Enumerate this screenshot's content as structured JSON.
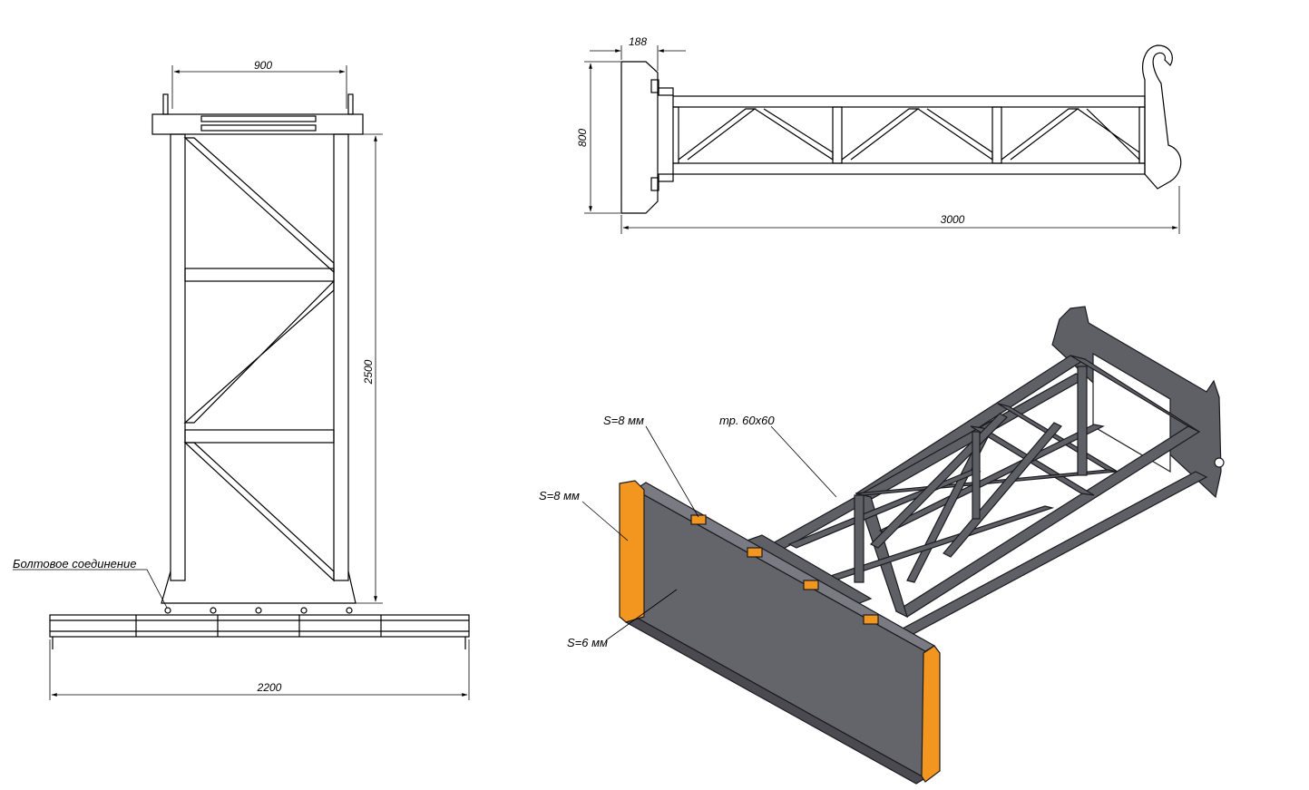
{
  "front_view": {
    "width_top": "900",
    "height": "2500",
    "width_bottom": "2200",
    "bolt_label": "Болтовое соединение"
  },
  "side_view": {
    "offset": "188",
    "height": "800",
    "length": "3000"
  },
  "iso_view": {
    "label_s8_top": "S=8 мм",
    "label_tube": "тр. 60x60",
    "label_s8_left": "S=8 мм",
    "label_s6": "S=6 мм"
  },
  "colors": {
    "frame_fill": "#5f5f66",
    "frame_edge": "#1a1a1f",
    "blade_fill": "#64646b",
    "accent_orange": "#f2961f",
    "line": "#000000"
  }
}
